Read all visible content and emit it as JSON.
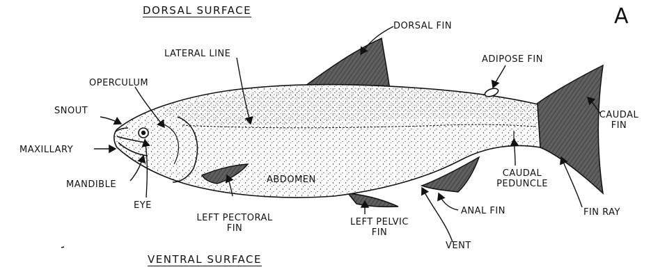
{
  "panel_letter": "A",
  "headings": {
    "dorsal": "DORSAL SURFACE",
    "ventral": "VENTRAL SURFACE"
  },
  "labels": {
    "dorsal_fin": "DORSAL FIN",
    "adipose_fin": "ADIPOSE FIN",
    "lateral_line": "LATERAL LINE",
    "operculum": "OPERCULUM",
    "snout": "SNOUT",
    "maxillary": "MAXILLARY",
    "mandible": "MANDIBLE",
    "eye": "EYE",
    "left_pectoral_fin": [
      "LEFT PECTORAL",
      "FIN"
    ],
    "abdomen": "ABDOMEN",
    "left_pelvic_fin": [
      "LEFT PELVIC",
      "FIN"
    ],
    "vent": "VENT",
    "anal_fin": "ANAL FIN",
    "caudal_peduncle": [
      "CAUDAL",
      "PEDUNCLE"
    ],
    "caudal_fin": [
      "CAUDAL",
      "FIN"
    ],
    "fin_ray": "FIN RAY"
  },
  "colors": {
    "ink": "#111111",
    "fin_fill": "#6a6a6a",
    "body_fill": "#ffffff"
  }
}
